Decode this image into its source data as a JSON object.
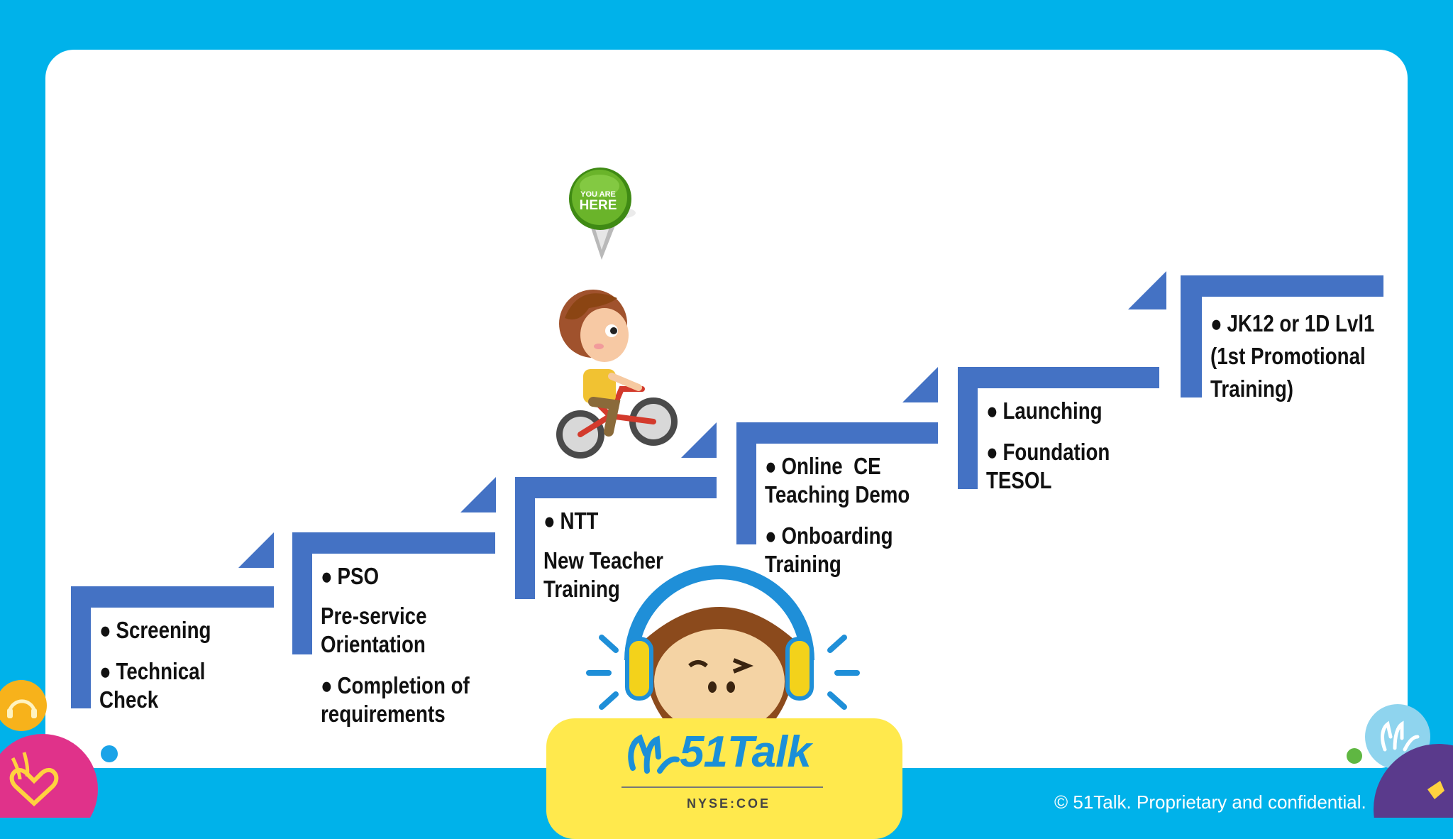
{
  "steps": [
    {
      "items": [
        [
          "Screening"
        ],
        [
          "Technical",
          "Check"
        ]
      ]
    },
    {
      "items": [
        [
          "PSO",
          "Pre-service",
          "Orientation"
        ],
        [
          "Completion of",
          "requirements"
        ]
      ]
    },
    {
      "items": [
        [
          "NTT",
          "New Teacher",
          "Training"
        ]
      ]
    },
    {
      "items": [
        [
          "Online  CE",
          "Teaching Demo"
        ],
        [
          "Onboarding",
          "Training"
        ]
      ]
    },
    {
      "items": [
        [
          "Launching"
        ],
        [
          "Foundation",
          "TESOL"
        ]
      ]
    },
    {
      "items": [
        [
          "JK12 or 1D Lvl1",
          "(1st Promotional",
          "Training)"
        ]
      ]
    }
  ],
  "pin": {
    "line1": "YOU ARE",
    "line2": "HERE"
  },
  "logo": {
    "name": "51Talk",
    "ticker": "NYSE:COE"
  },
  "footer": {
    "copyright": "© 51Talk. Proprietary and confidential."
  },
  "colors": {
    "background": "#00b2ea",
    "step_blue": "#4472c4",
    "logo_yellow": "#ffe94d",
    "pin_green": "#5aa61f"
  },
  "icons": [
    "you-are-here-pin-icon",
    "child-on-bicycle-icon",
    "monkey-headphones-mascot-icon",
    "high-five-hands-icon",
    "heart-hands-icon",
    "headphones-badge-icon",
    "rocket-badge-icon"
  ]
}
